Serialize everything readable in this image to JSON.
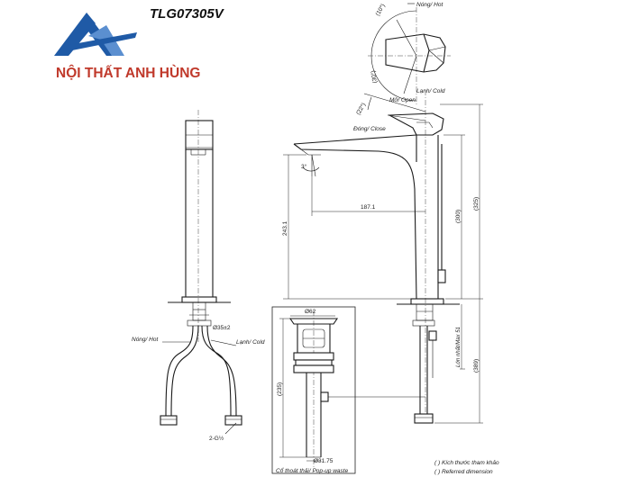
{
  "brand": {
    "logo_icon": "letter-a-logo-icon",
    "name": "NỘI THẤT ANH HÙNG",
    "colors": {
      "logo_blue": "#1f5aa6",
      "logo_light": "#5b8fd0",
      "name_red": "#c0392b"
    }
  },
  "model": "TLG07305V",
  "top_view": {
    "angle_hot": "(10°)",
    "label_hot": "Nóng/ Hot",
    "angle_cold": "(30°)",
    "label_cold": "Lạnh/ Cold"
  },
  "side_view": {
    "label_open": "Mở/ Open",
    "angle_open": "(22°)",
    "label_close": "Đóng/ Close",
    "angle_spout": "3°",
    "dim_reach": "187.1",
    "dim_spout_height": "243.1",
    "dim_300": "(300)",
    "dim_325": "(325)",
    "dim_max": "Lớn nhất/Max 51",
    "dim_389": "(389)"
  },
  "front_view": {
    "dim_shank": "Ø35±2",
    "label_hot": "Nóng/ Hot",
    "label_cold": "Lạnh/ Cold",
    "thread": "2-G½"
  },
  "popup": {
    "dim_top": "Ø62",
    "dim_height": "(235)",
    "dim_bottom": "Ø31.75",
    "caption": "Cổ thoát thải/ Pop-up waste"
  },
  "legend": {
    "line1": "( ) Kích thước tham khảo",
    "line2": "( ) Referred dimension"
  }
}
